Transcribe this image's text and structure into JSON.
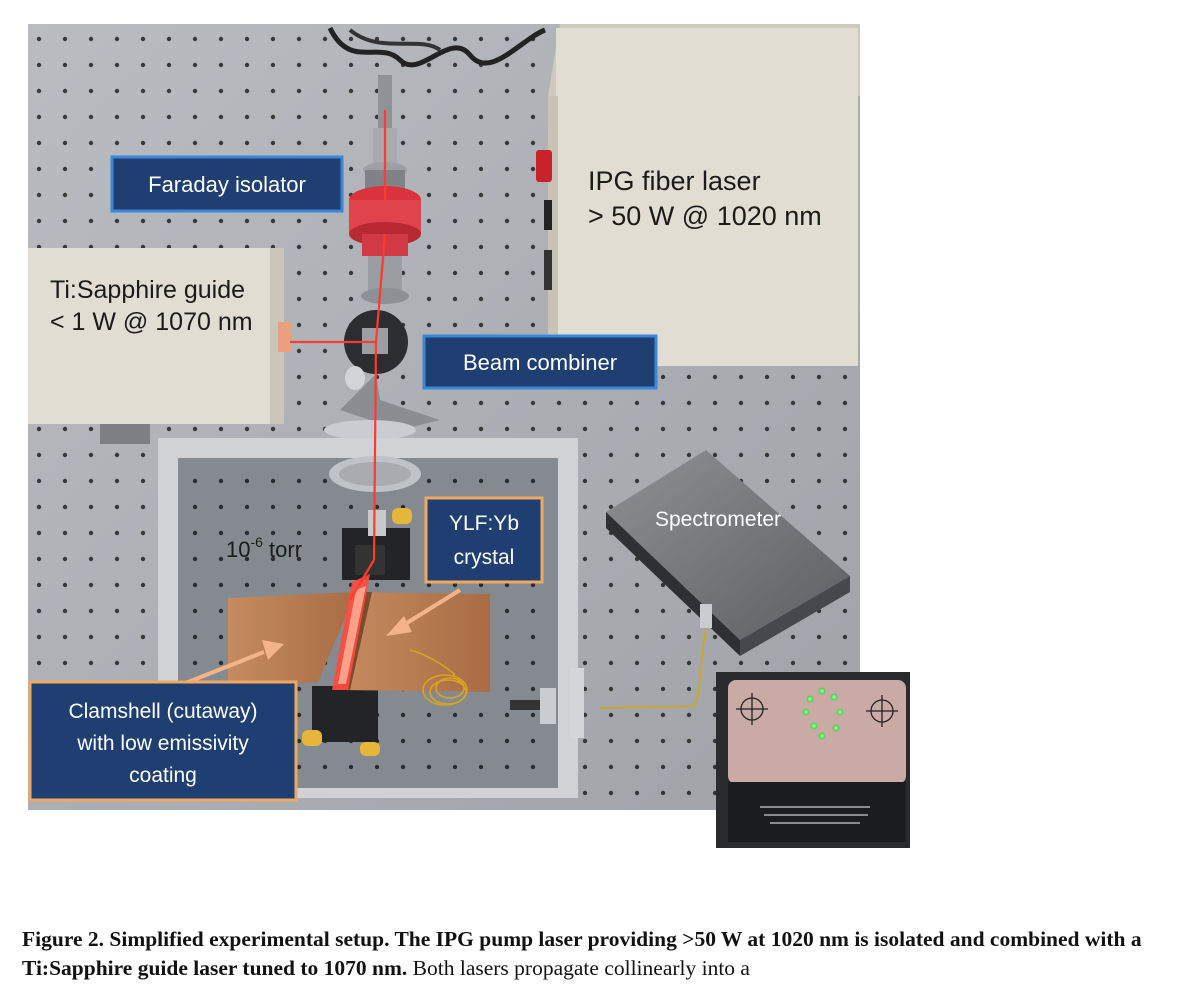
{
  "figure": {
    "labels": {
      "faraday": "Faraday isolator",
      "ipg_line1": "IPG fiber laser",
      "ipg_line2": "> 50 W @ 1020 nm",
      "tisapph_line1": "Ti:Sapphire guide",
      "tisapph_line2": "< 1 W @ 1070 nm",
      "combiner": "Beam combiner",
      "torr_base": "10",
      "torr_exp": "-6",
      "torr_unit": " torr",
      "ylf_line1": "YLF:Yb",
      "ylf_line2": "crystal",
      "spectrometer": "Spectrometer",
      "clam_line1": "Clamshell (cutaway)",
      "clam_line2": "with low emissivity",
      "clam_line3": "coating"
    },
    "colors": {
      "callout_fill": "#1f3f72",
      "callout_border_blue": "#3b86d8",
      "callout_border_orange": "#f0a860",
      "beam": "#ff3a2e",
      "copper": "#b77b52",
      "housing": "#e2ddd2"
    }
  },
  "caption": {
    "bold": "Figure 2.  Simplified experimental setup. The IPG pump laser providing >50 W at 1020 nm is isolated and combined with a Ti:Sapphire guide laser tuned to 1070 nm.",
    "rest": " Both lasers propagate collinearly into a"
  }
}
